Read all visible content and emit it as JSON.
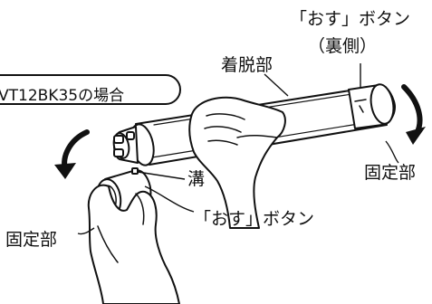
{
  "labels": {
    "push_button_back_line1": "「おす」ボタン",
    "push_button_back_line2": "（裏側）",
    "detachable_part": "着脱部",
    "model_tag": "VT12BK35の場合",
    "fixed_part_right": "固定部",
    "groove": "溝",
    "push_button": "「おす」ボタン",
    "fixed_part_left": "固定部"
  }
}
